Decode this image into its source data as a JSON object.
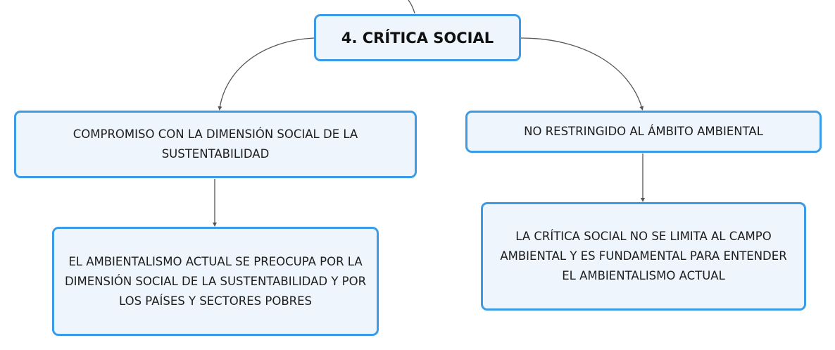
{
  "diagram": {
    "root": {
      "label": "4. CRÍTICA SOCIAL"
    },
    "left": {
      "label": "COMPROMISO CON LA DIMENSIÓN SOCIAL DE LA SUSTENTABILIDAD",
      "child": {
        "label": "EL AMBIENTALISMO ACTUAL SE PREOCUPA POR LA DIMENSIÓN SOCIAL DE LA SUSTENTABILIDAD Y POR LOS PAÍSES Y SECTORES POBRES"
      }
    },
    "right": {
      "label": "NO RESTRINGIDO AL ÁMBITO AMBIENTAL",
      "child": {
        "label": "LA CRÍTICA SOCIAL NO SE LIMITA AL CAMPO AMBIENTAL Y ES FUNDAMENTAL PARA ENTENDER EL AMBIENTALISMO ACTUAL"
      }
    },
    "colors": {
      "node_border": "#3c9be6",
      "node_fill": "#eef5fc",
      "connector": "#555555",
      "text": "#1d1d1d"
    }
  }
}
